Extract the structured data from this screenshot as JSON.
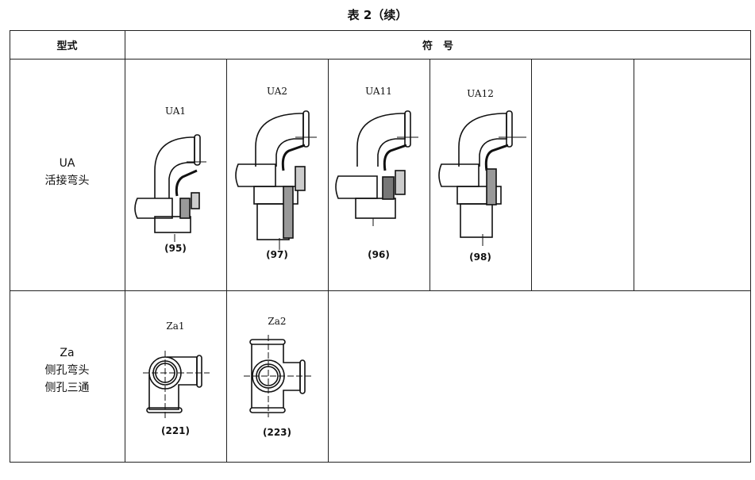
{
  "title": "表 2（续）",
  "header": {
    "type_col": "型式",
    "symbol_col": "符　号"
  },
  "rows": [
    {
      "type_lines": [
        "UA",
        "活接弯头"
      ],
      "symbols": [
        {
          "label": "UA1",
          "code": "(95)",
          "figure": "union-elbow-female-icon"
        },
        {
          "label": "UA2",
          "code": "(97)",
          "figure": "union-elbow-male-icon"
        },
        {
          "label": "UA11",
          "code": "(96)",
          "figure": "union-elbow-female-taper-icon"
        },
        {
          "label": "UA12",
          "code": "(98)",
          "figure": "union-elbow-male-taper-icon"
        }
      ]
    },
    {
      "type_lines": [
        "Za",
        "侧孔弯头",
        "侧孔三通"
      ],
      "symbols": [
        {
          "label": "Za1",
          "code": "(221)",
          "figure": "side-outlet-elbow-icon"
        },
        {
          "label": "Za2",
          "code": "(223)",
          "figure": "side-outlet-tee-icon"
        }
      ]
    }
  ]
}
